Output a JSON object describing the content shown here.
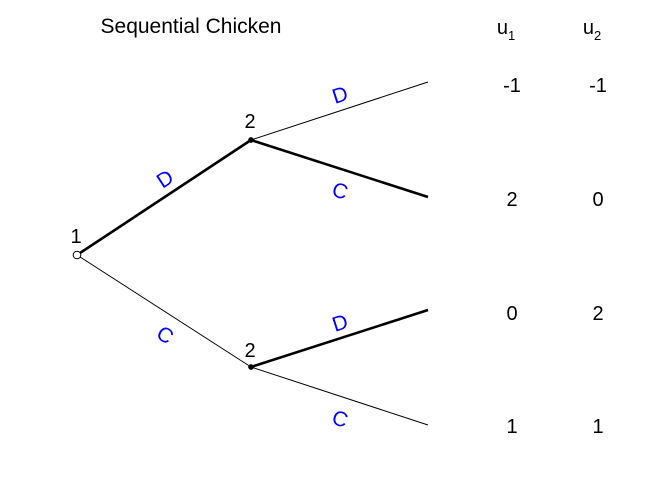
{
  "title": "Sequential Chicken",
  "headers": {
    "u1": {
      "base": "u",
      "sub": "1"
    },
    "u2": {
      "base": "u",
      "sub": "2"
    }
  },
  "colors": {
    "action_label": "#0000ff",
    "edge": "#000000",
    "root_player_label": "#8b0000",
    "player_label": "#000000",
    "background": "#ffffff"
  },
  "nodes": {
    "root": {
      "player": "1",
      "marker": "open-circle"
    },
    "upper": {
      "player": "2",
      "marker": "filled-dot"
    },
    "lower": {
      "player": "2",
      "marker": "filled-dot"
    }
  },
  "edges": {
    "root_upper": {
      "action": "D",
      "equilibrium": true
    },
    "root_lower": {
      "action": "C",
      "equilibrium": false
    },
    "upper_t1": {
      "action": "D",
      "equilibrium": false
    },
    "upper_t2": {
      "action": "C",
      "equilibrium": true
    },
    "lower_t3": {
      "action": "D",
      "equilibrium": true
    },
    "lower_t4": {
      "action": "C",
      "equilibrium": false
    }
  },
  "payoffs": [
    {
      "u1": "-1",
      "u2": "-1"
    },
    {
      "u1": "2",
      "u2": "0"
    },
    {
      "u1": "0",
      "u2": "2"
    },
    {
      "u1": "1",
      "u2": "1"
    }
  ]
}
